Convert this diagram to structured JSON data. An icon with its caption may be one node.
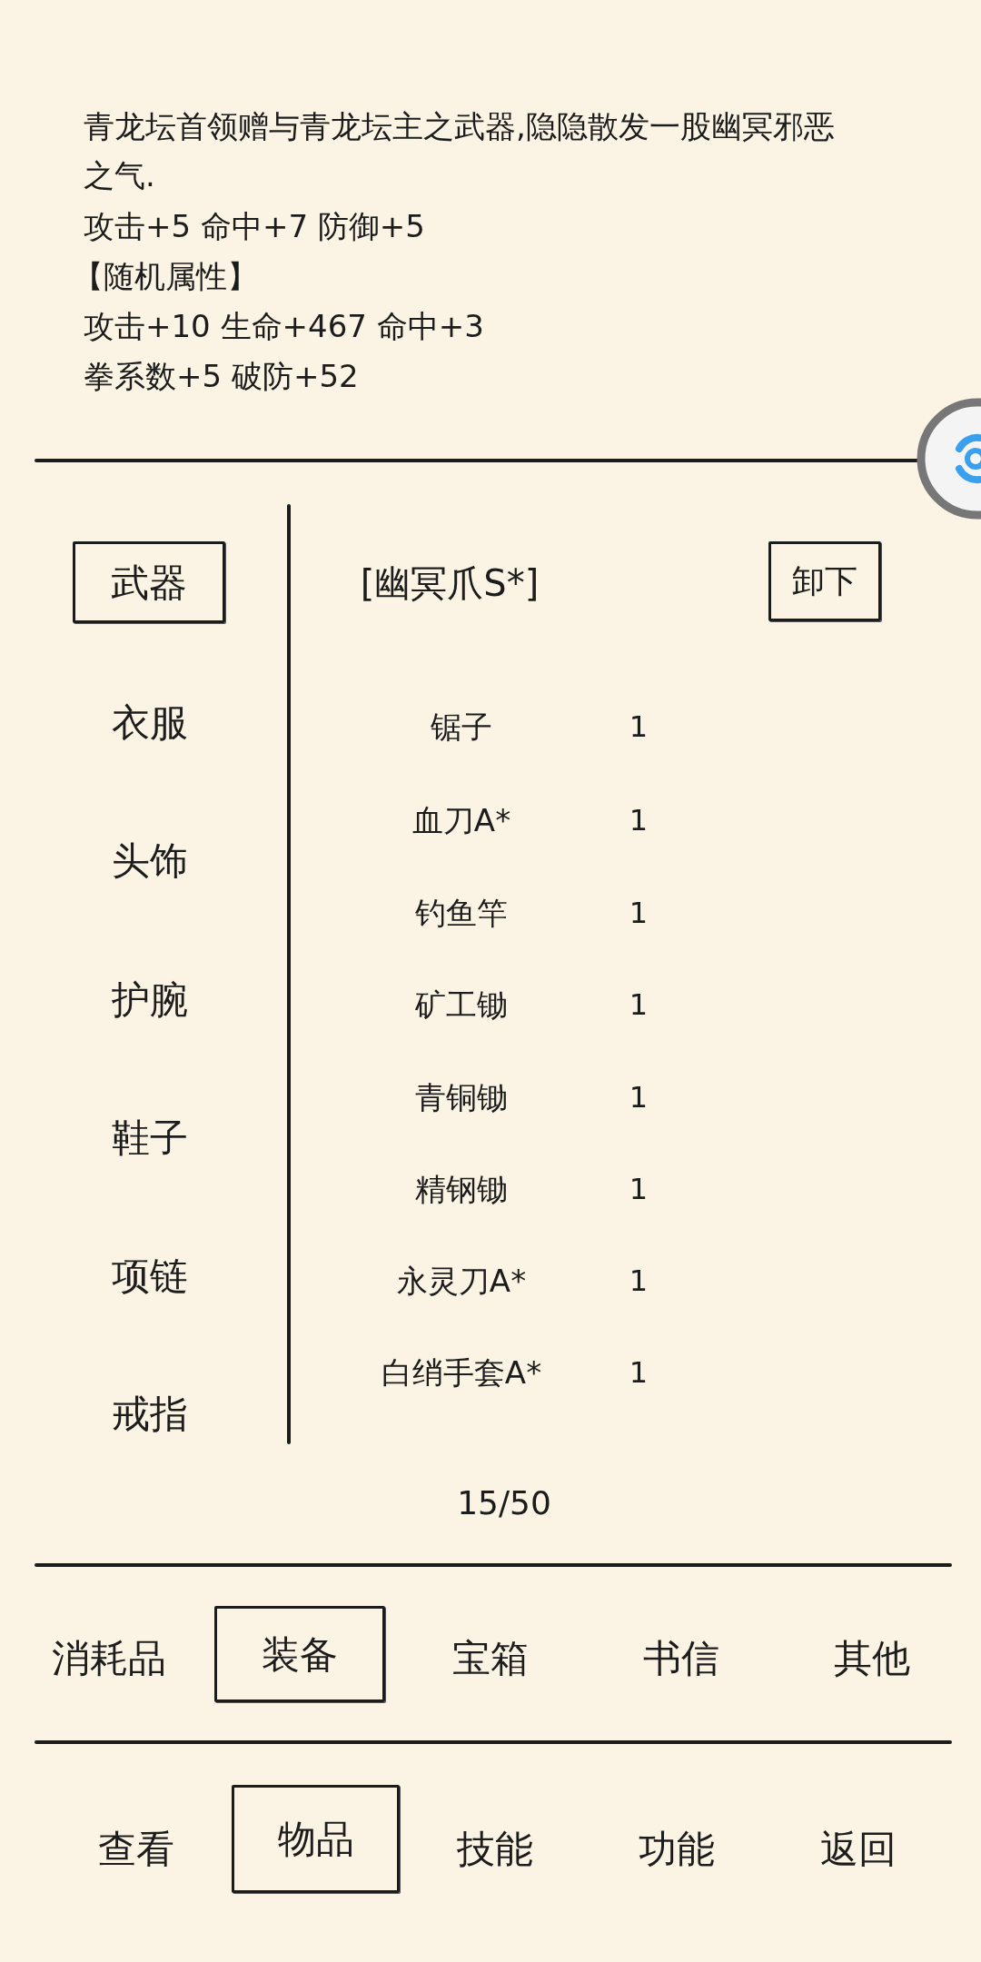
{
  "diagram": {
    "nodes": [
      {
        "text": [
          "武器"
        ]
      },
      {
        "text": [
          "卸下"
        ]
      },
      {
        "text": [
          "装备"
        ]
      },
      {
        "text": [
          "物品"
        ]
      }
    ],
    "labels": [
      "青龙坛首领赠与青龙坛主之武器,隐隐散发一股幽冥邪恶之气.",
      "攻击+5 命中+7 防御+5",
      "【随机属性】",
      "攻击+10 生命+467 命中+3",
      "拳系数+5 破防+52",
      "[幽冥爪S*]",
      "衣服",
      "锯子",
      "1",
      "血刀A*",
      "1",
      "头饰",
      "钓鱼竿",
      "1",
      "矿工锄",
      "1",
      "护腕",
      "青铜锄",
      "1",
      "鞋子",
      "精钢锄",
      "1",
      "永灵刀A*",
      "1",
      "项链",
      "白绡手套A*",
      "1",
      "戒指",
      "15/50",
      "消耗品",
      "宝箱",
      "书信",
      "其他",
      "查看",
      "技能",
      "功能",
      "返回"
    ]
  }
}
